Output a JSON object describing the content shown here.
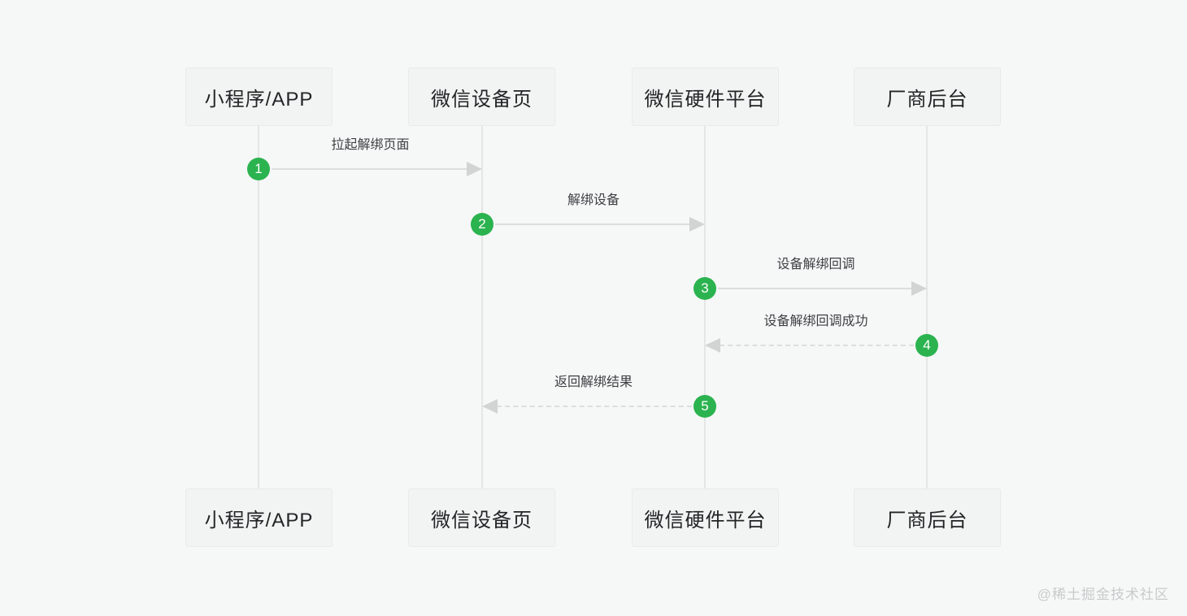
{
  "diagram": {
    "type": "sequence-diagram",
    "background_color": "#f6f7f7",
    "accent_green": "#2bb34f",
    "line_color": "#dcdede",
    "box_bg": "#f2f3f3",
    "box_border": "#e9eaea"
  },
  "participants": [
    {
      "id": "mini-app",
      "label": "小程序/APP"
    },
    {
      "id": "wechat-device-page",
      "label": "微信设备页"
    },
    {
      "id": "wechat-hardware-platform",
      "label": "微信硬件平台"
    },
    {
      "id": "vendor-backend",
      "label": "厂商后台"
    }
  ],
  "messages": [
    {
      "step": "1",
      "label": "拉起解绑页面",
      "from": "小程序/APP",
      "to": "微信设备页",
      "line_style": "solid",
      "direction": "right"
    },
    {
      "step": "2",
      "label": "解绑设备",
      "from": "微信设备页",
      "to": "微信硬件平台",
      "line_style": "solid",
      "direction": "right"
    },
    {
      "step": "3",
      "label": "设备解绑回调",
      "from": "微信硬件平台",
      "to": "厂商后台",
      "line_style": "solid",
      "direction": "right"
    },
    {
      "step": "4",
      "label": "设备解绑回调成功",
      "from": "厂商后台",
      "to": "微信硬件平台",
      "line_style": "dashed",
      "direction": "left"
    },
    {
      "step": "5",
      "label": "返回解绑结果",
      "from": "微信硬件平台",
      "to": "微信设备页",
      "line_style": "dashed",
      "direction": "left"
    }
  ],
  "watermark": {
    "text": "@稀土掘金技术社区"
  }
}
